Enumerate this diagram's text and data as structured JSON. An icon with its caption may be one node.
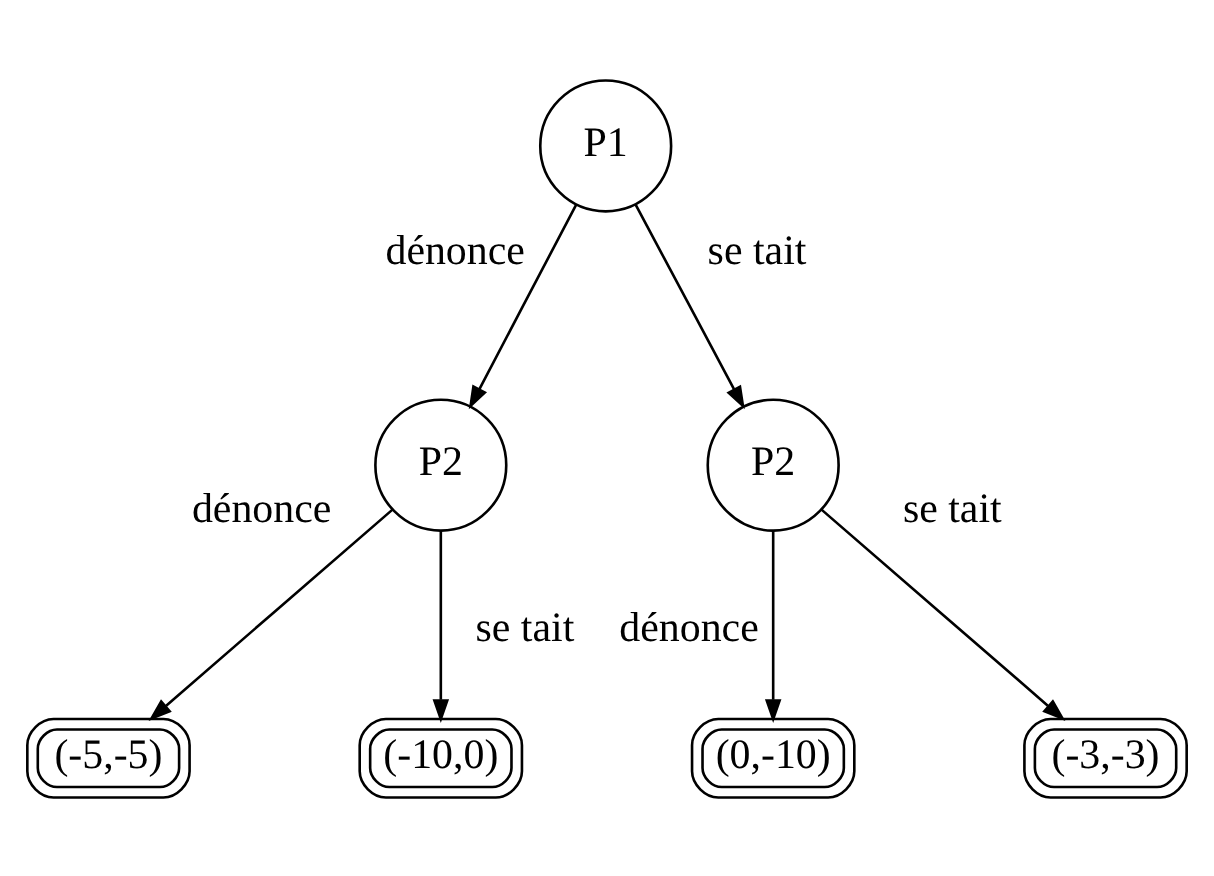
{
  "diagram": {
    "nodes": [
      {
        "text": [
          "P1"
        ]
      },
      {
        "text": [
          "P2"
        ]
      },
      {
        "text": [
          "P2"
        ]
      },
      {
        "text": [
          "(-5,-5)"
        ]
      },
      {
        "text": [
          "(-10,0)"
        ]
      },
      {
        "text": [
          "(0,-10)"
        ]
      },
      {
        "text": [
          "(-3,-3)"
        ]
      }
    ],
    "edges": [
      {
        "from": 0,
        "to": 1,
        "arrow": "to",
        "label": "dénonce"
      },
      {
        "from": 0,
        "to": 2,
        "arrow": "to",
        "label": "se tait"
      },
      {
        "from": 1,
        "to": 3,
        "arrow": "to",
        "label": "dénonce"
      },
      {
        "from": 1,
        "to": 4,
        "arrow": "to",
        "label": "se tait"
      },
      {
        "from": 2,
        "to": 5,
        "arrow": "to",
        "label": "dénonce"
      },
      {
        "from": 2,
        "to": 6,
        "arrow": "to",
        "label": "se tait"
      }
    ]
  }
}
